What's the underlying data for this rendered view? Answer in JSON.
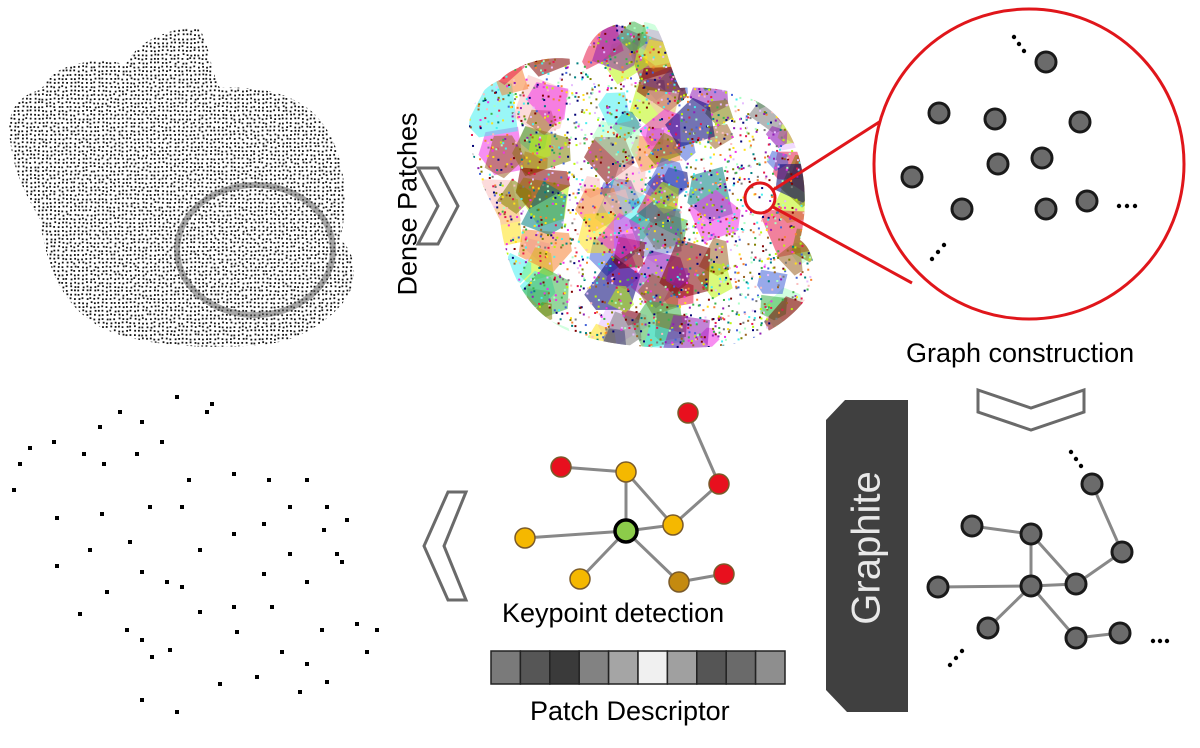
{
  "labels": {
    "dense_patches": "Dense Patches",
    "graph_construction": "Graph construction",
    "graphite": "Graphite",
    "keypoint_detection": "Keypoint detection",
    "patch_descriptor": "Patch Descriptor"
  },
  "colors": {
    "zoom_circle": "#e0161b",
    "node_gray": "#6b6b6b",
    "node_red": "#e8101e",
    "node_yellow": "#f5b800",
    "node_green": "#8ccc4a",
    "node_brown": "#c48a10",
    "graphite_block": "#404040",
    "chevron_stroke": "#6a6a6a"
  },
  "descriptor_cells": [
    "#7a7a7a",
    "#565656",
    "#3a3a3a",
    "#828282",
    "#a5a5a5",
    "#f0f0f0",
    "#a0a0a0",
    "#555555",
    "#6a6a6a",
    "#8e8e8e"
  ],
  "patch_palette": [
    "#e6194b",
    "#3cb44b",
    "#ffe119",
    "#4363d8",
    "#f58231",
    "#911eb4",
    "#46f0f0",
    "#f032e6",
    "#bcf60c",
    "#008080",
    "#9a6324",
    "#800000",
    "#808000",
    "#000075",
    "#e6beff",
    "#aaffc3",
    "#fabebe",
    "#7a7a7a"
  ]
}
